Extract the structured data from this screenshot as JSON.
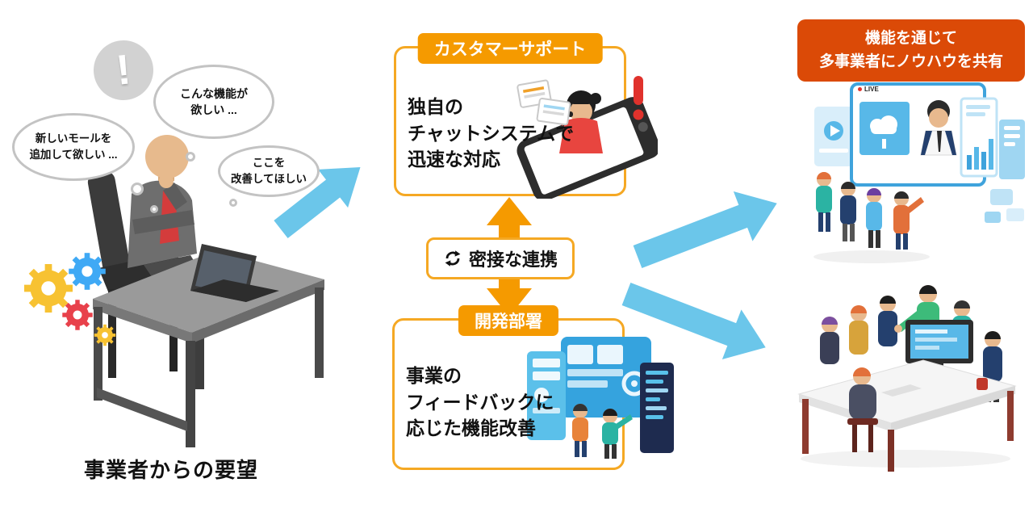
{
  "colors": {
    "orange": "#F59A00",
    "orange_border": "#F5A823",
    "banner_red": "#DB4A07",
    "arrow_blue": "#6BC6EA"
  },
  "left": {
    "exclamation": "!",
    "bubbles": [
      {
        "text": "新しいモールを\n追加して欲しい ..."
      },
      {
        "text": "こんな機能が\n欲しい ..."
      },
      {
        "text": "ここを\n改善してほしい"
      }
    ],
    "caption": "事業者からの要望"
  },
  "support_box": {
    "badge": "カスタマーサポート",
    "text": "独自の\nチャットシステムで\n迅速な対応"
  },
  "link": {
    "label": "密接な連携"
  },
  "dev_box": {
    "badge": "開発部署",
    "text": "事業の\nフィードバックに\n応じた機能改善"
  },
  "right": {
    "banner": "機能を通じて\n多事業者にノウハウを共有",
    "live_label": "LIVE"
  }
}
